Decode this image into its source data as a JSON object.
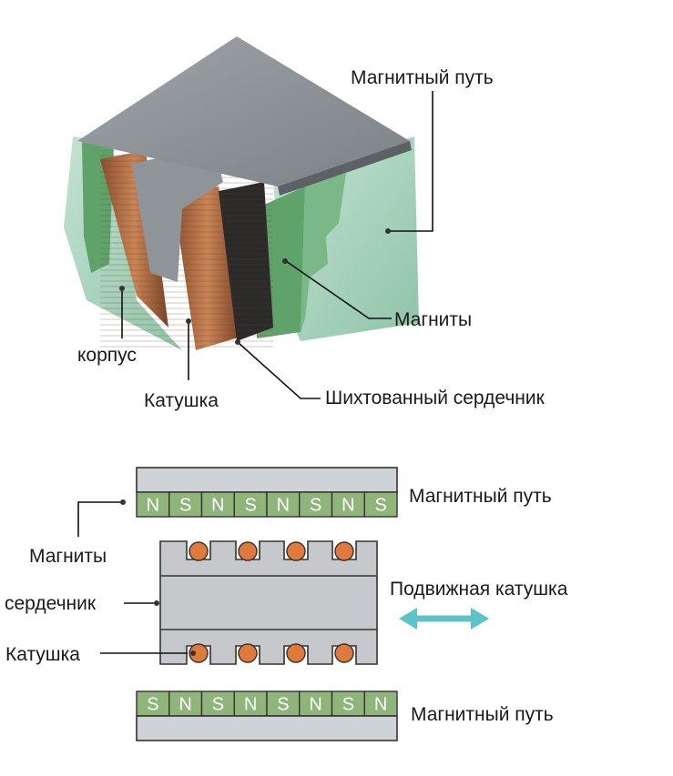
{
  "top_labels": {
    "magnetic_path": "Магнитный путь",
    "magnets": "Магниты",
    "housing": "корпус",
    "coil": "Катушка",
    "laminated_core": "Шихтованный сердечник"
  },
  "bottom_labels": {
    "magnetic_path_top": "Магнитный путь",
    "magnetic_path_bottom": "Магнитный путь",
    "magnets": "Магниты",
    "core": "сердечник",
    "coil": "Катушка",
    "moving_coil": "Подвижная катушка"
  },
  "magnet_row_top": [
    "N",
    "S",
    "N",
    "S",
    "N",
    "S",
    "N",
    "S"
  ],
  "magnet_row_bottom": [
    "S",
    "N",
    "S",
    "N",
    "S",
    "N",
    "S",
    "N"
  ],
  "colors": {
    "yoke": "#cfd2d7",
    "magnet": "#8fb57a",
    "core": "#c6c8cc",
    "coil": "#e07a3c",
    "arrow": "#5cc4c6",
    "housing": "#a8d4bd",
    "copper": "#b06a43"
  }
}
